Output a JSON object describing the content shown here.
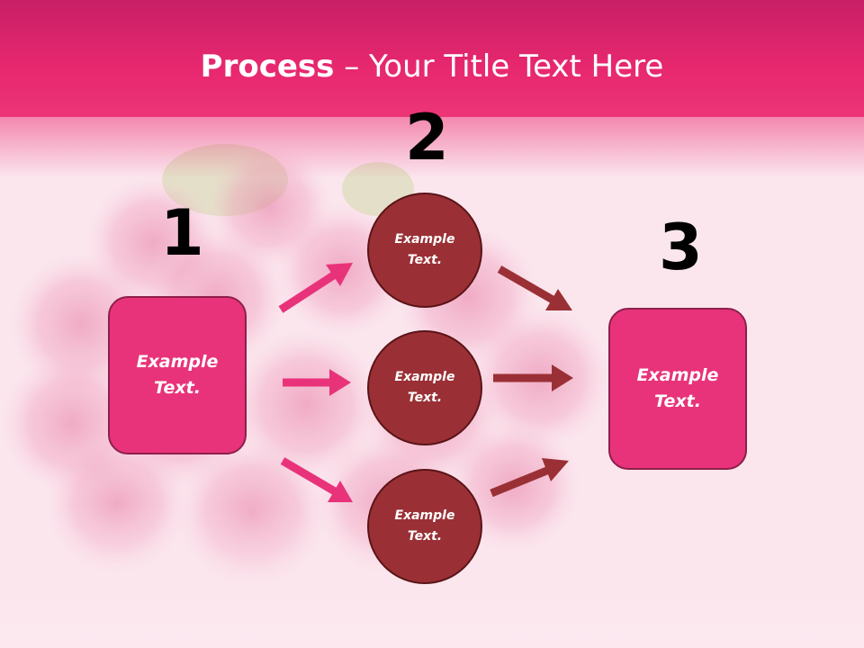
{
  "title": {
    "bold": "Process",
    "dash": "–",
    "rest": "Your Title Text Here"
  },
  "steps": [
    {
      "number": "1",
      "text": "Example\nText."
    },
    {
      "number": "2",
      "circles": [
        {
          "text": "Example\nText."
        },
        {
          "text": "Example\nText."
        },
        {
          "text": "Example\nText."
        }
      ]
    },
    {
      "number": "3",
      "text": "Example\nText."
    }
  ],
  "colors": {
    "header": "#e8286f",
    "pink_box": "#e8337a",
    "circle": "#9a3035",
    "arrow_pink": "#e8337a",
    "arrow_dark": "#9a3035"
  }
}
